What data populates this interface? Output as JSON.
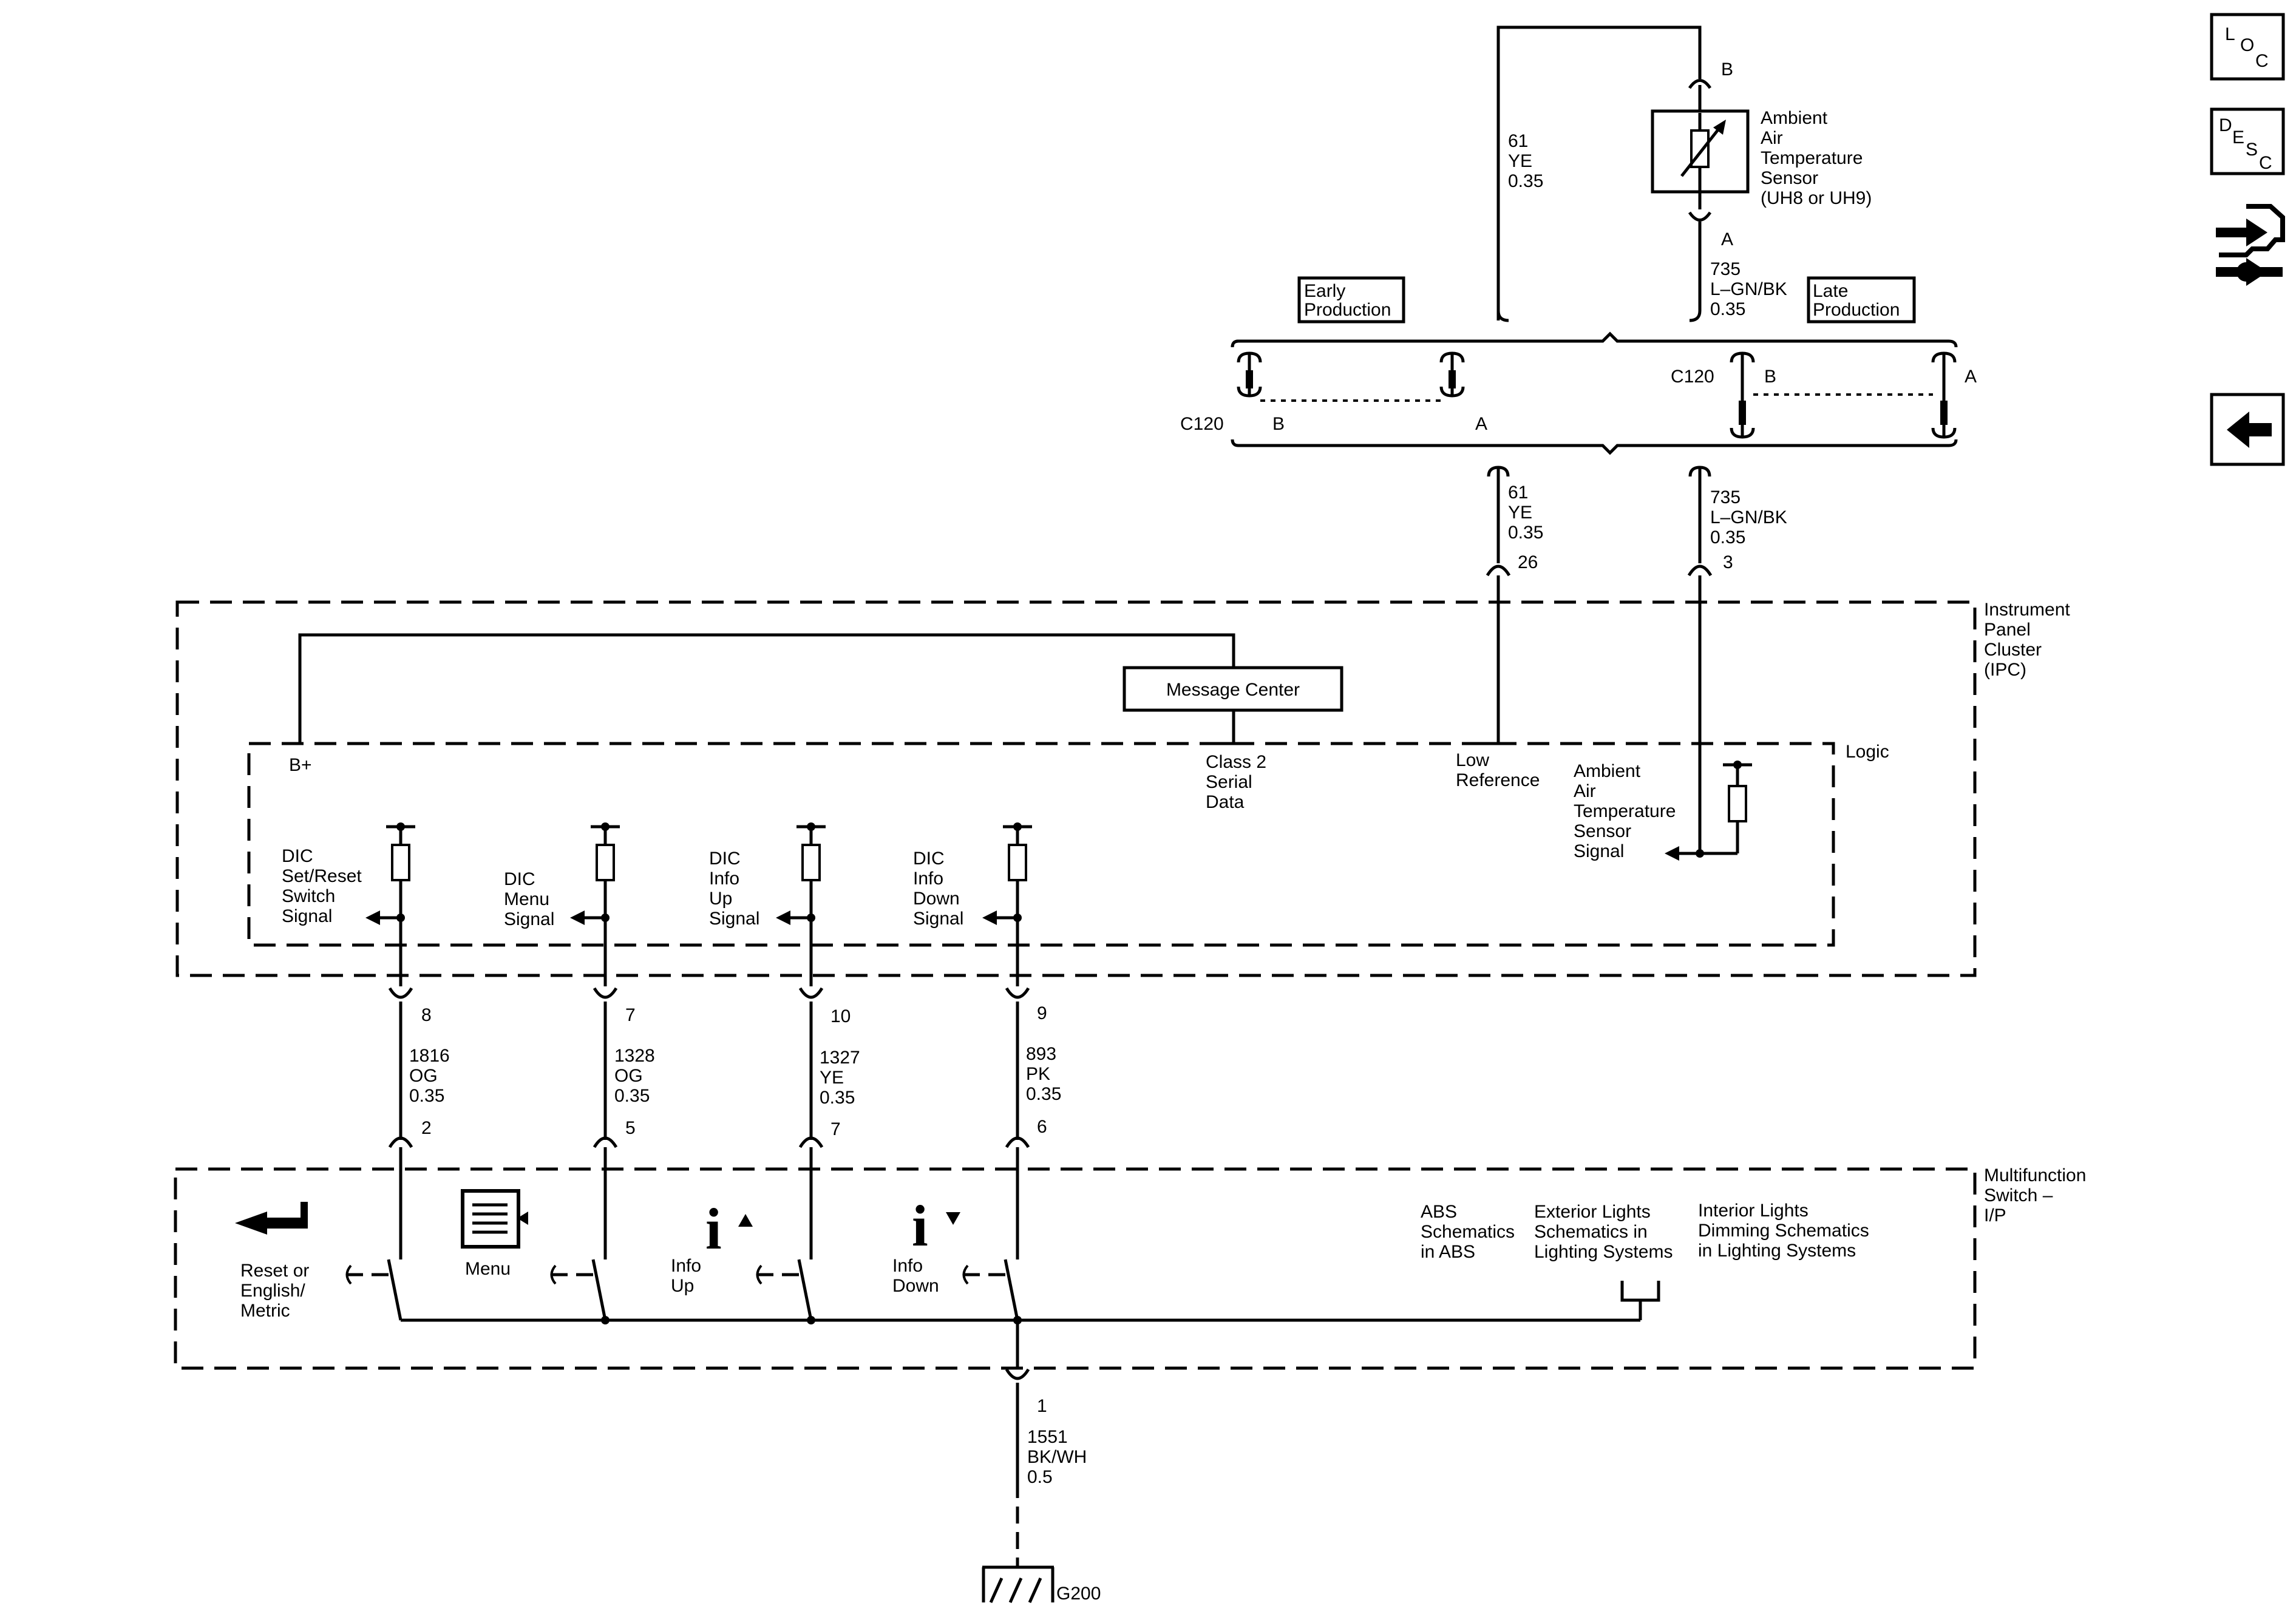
{
  "nav": {
    "loc": {
      "l": "L",
      "o": "O",
      "c": "C"
    },
    "desc": {
      "d": "D",
      "e": "E",
      "s": "S",
      "c": "C"
    }
  },
  "sensor": {
    "lines": [
      "Ambient",
      "Air",
      "Temperature",
      "Sensor",
      "(UH8 or UH9)"
    ],
    "pin_b": "B",
    "pin_a": "A"
  },
  "wires": {
    "yellow_upper": [
      "61",
      "YE",
      "0.35"
    ],
    "green_upper": [
      "735",
      "L–GN/BK",
      "0.35"
    ],
    "yellow_lower": [
      "61",
      "YE",
      "0.35"
    ],
    "green_lower": [
      "735",
      "L–GN/BK",
      "0.35"
    ],
    "w1816": [
      "1816",
      "OG",
      "0.35"
    ],
    "w1328": [
      "1328",
      "OG",
      "0.35"
    ],
    "w1327": [
      "1327",
      "YE",
      "0.35"
    ],
    "w893": [
      "893",
      "PK",
      "0.35"
    ],
    "w1551": [
      "1551",
      "BK/WH",
      "0.5"
    ]
  },
  "production": {
    "early": [
      "Early",
      "Production"
    ],
    "late": [
      "Late",
      "Production"
    ]
  },
  "connectors": {
    "c120_left": "C120",
    "c120_right": "C120",
    "pin_b": "B",
    "pin_a": "A",
    "pin_26": "26",
    "pin_3": "3",
    "pin_8": "8",
    "pin_7": "7",
    "pin_10": "10",
    "pin_9": "9",
    "pin_2": "2",
    "pin_5": "5",
    "pin_7b": "7",
    "pin_6": "6",
    "pin_1": "1"
  },
  "ipc": {
    "label": [
      "Instrument",
      "Panel",
      "Cluster",
      "(IPC)"
    ],
    "logic": "Logic",
    "message_center": "Message Center",
    "b_plus": "B+",
    "class2": [
      "Class 2",
      "Serial",
      "Data"
    ],
    "low_ref": [
      "Low",
      "Reference"
    ],
    "aats_signal": [
      "Ambient",
      "Air",
      "Temperature",
      "Sensor",
      "Signal"
    ],
    "set_reset": [
      "DIC",
      "Set/Reset",
      "Switch",
      "Signal"
    ],
    "menu": [
      "DIC",
      "Menu",
      "Signal"
    ],
    "info_up": [
      "DIC",
      "Info",
      "Up",
      "Signal"
    ],
    "info_down": [
      "DIC",
      "Info",
      "Down",
      "Signal"
    ]
  },
  "mfs": {
    "label": [
      "Multifunction",
      "Switch –",
      "I/P"
    ],
    "reset": [
      "Reset or",
      "English/",
      "Metric"
    ],
    "menu": "Menu",
    "info_up": [
      "Info",
      "Up"
    ],
    "info_down": [
      "Info",
      "Down"
    ],
    "info_glyph": "i",
    "abs": [
      "ABS",
      "Schematics",
      "in ABS"
    ],
    "exterior": [
      "Exterior Lights",
      "Schematics in",
      "Lighting Systems"
    ],
    "interior": [
      "Interior Lights",
      "Dimming Schematics",
      "in Lighting Systems"
    ]
  },
  "ground": "G200"
}
